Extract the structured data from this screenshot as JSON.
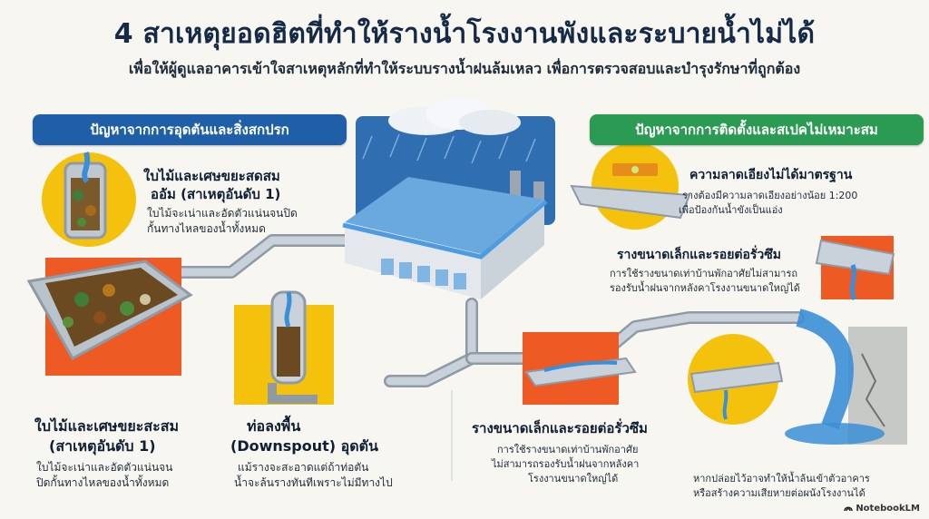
{
  "header": {
    "title": "4 สาเหตุยอดฮิตที่ทำให้รางน้ำโรงงานพังและระบายน้ำไม่ได้",
    "subtitle": "เพื่อให้ผู้ดูแลอาคารเข้าใจสาเหตุหลักที่ทำให้ระบบรางน้ำฝนล้มเหลว เพื่อการตรวจสอบและบำรุงรักษาที่ถูกต้อง"
  },
  "categories": {
    "left": "ปัญหาจากการอุดตันและสิ่งสกปรก",
    "right": "ปัญหาจากการติดตั้งและสเปคไม่เหมาะสม"
  },
  "items": {
    "leaves_top": {
      "title_line1": "ใบไม้และเศษขยะสดสม",
      "title_line2": "ออัม (สาเหตุอันดับ 1)",
      "desc_line1": "ใบไม้จะเน่าและอัดตัวแน่นจนปิด",
      "desc_line2": "กั้นทางไหลของน้ำทั้งหมด"
    },
    "leaves_bottom": {
      "title_line1": "ใบไม้และเศษขยะสะสม",
      "title_line2": "(สาเหตุอันดับ 1)",
      "desc_line1": "ใบไม้จะเน่าและอัดตัวแน่นจน",
      "desc_line2": "ปิดกั้นทางไหลของน้ำทั้งหมด"
    },
    "downspout": {
      "title_line1": "ท่อลงพื้น",
      "title_line2": "(Downspout) อุดตัน",
      "desc_line1": "แม้รางจะสะอาดแต่ถ้าท่อตัน",
      "desc_line2": "น้ำจะล้นรางทันทีเพราะไม่มีทางไป"
    },
    "slope": {
      "title": "ความลาดเอียงไม่ได้มาตรฐาน",
      "desc_line1": "รางต้องมีความลาดเอียงอย่างน้อย 1:200",
      "desc_line2": "เพื่อป้องกันน้ำขังเป็นแอ่ง"
    },
    "small_gutter_right": {
      "title": "รางขนาดเล็กและรอยต่อรั่วซึม",
      "desc_line1": "การใช้รางขนาดเท่าบ้านพักอาศัยไม่สามารถ",
      "desc_line2": "รองรับน้ำฝนจากหลังคาโรงงานขนาดใหญ่ได้"
    },
    "small_gutter_center": {
      "title": "รางขนาดเล็กและรอยต่อรั่วซึม",
      "desc_line1": "การใช้รางขนาดเท่าบ้านพักอาศัย",
      "desc_line2": "ไม่สามารถรองรับน้ำฝนจากหลังคา",
      "desc_line3": "โรงงานขนาดใหญ่ได้"
    },
    "overflow": {
      "desc_line1": "หากปล่อยไว้อาจทำให้น้ำล้นเข้าตัวอาคาร",
      "desc_line2": "หรือสร้างความเสียหายต่อผนังโรงงานได้"
    }
  },
  "brand": "NotebookLM",
  "colors": {
    "left_category": "#1f5fa8",
    "right_category": "#2b9a52",
    "yellow_circle": "#f4c20d",
    "orange_square": "#ee5a24",
    "pipe": "#b9c3cc",
    "water": "#3a8fd6"
  }
}
